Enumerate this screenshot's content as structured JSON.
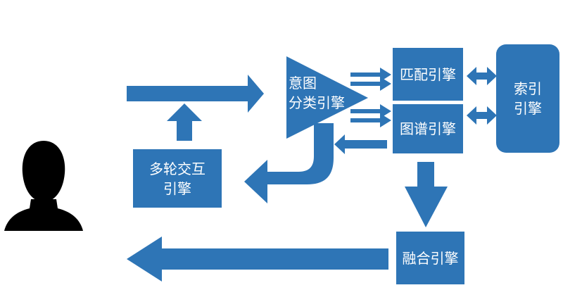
{
  "nodes": {
    "multi_turn": [
      "多轮交互",
      "引擎"
    ],
    "intent": [
      "意图",
      "分类引擎"
    ],
    "match": "匹配引擎",
    "graph": "图谱引擎",
    "index": [
      "索引",
      "引擎"
    ],
    "fusion": "融合引擎"
  },
  "colors": {
    "primary": "#2e75b6",
    "user": "#000000"
  },
  "icons": {
    "user": "user-silhouette-icon"
  }
}
